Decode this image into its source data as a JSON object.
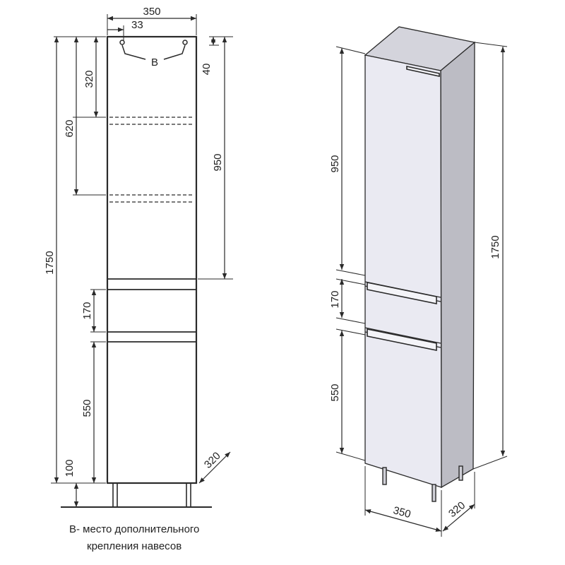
{
  "front_view": {
    "width_label": "350",
    "inset_label": "33",
    "mount_label": "B",
    "height_total_label": "1750",
    "shelf_top_label": "320",
    "shelf_mid_label": "620",
    "top_gap_label": "40",
    "upper_door_label": "950",
    "drawer_label": "170",
    "lower_door_label": "550",
    "legs_label": "100",
    "depth_label": "320"
  },
  "iso_view": {
    "upper_door_label": "950",
    "drawer_label": "170",
    "lower_door_label": "550",
    "height_total_label": "1750",
    "width_label": "350",
    "depth_label": "320"
  },
  "caption": {
    "line1": "В- место дополнительного",
    "line2": "крепления навесов"
  },
  "colors": {
    "line": "#2a2a2a",
    "panel_face": "#eaeaf2",
    "panel_side": "#bcbcc4",
    "panel_top": "#d4d4dc"
  }
}
